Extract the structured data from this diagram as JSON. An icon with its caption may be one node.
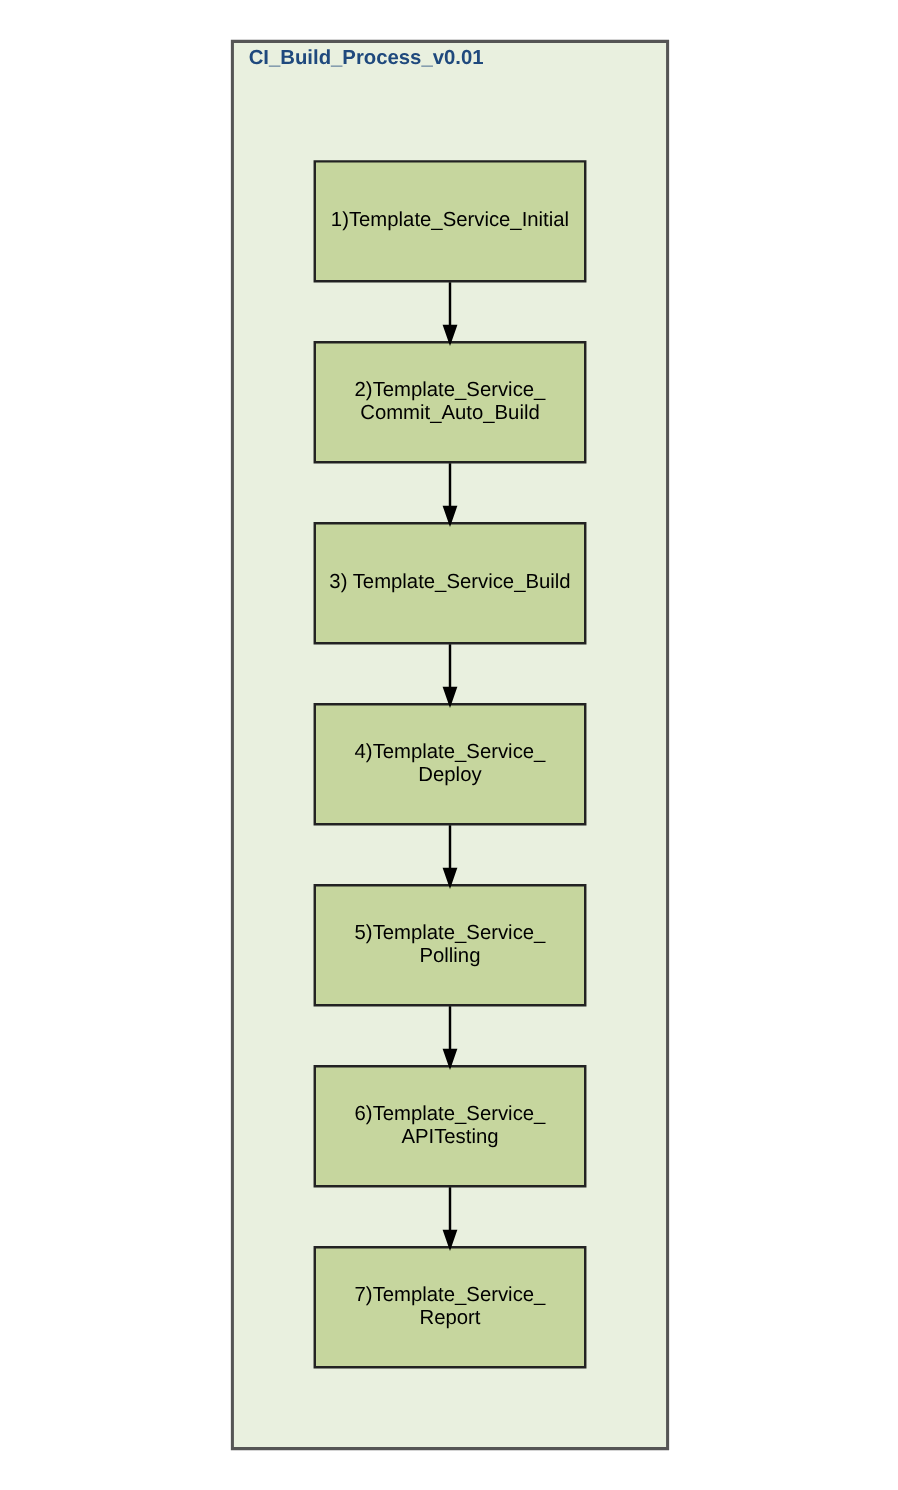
{
  "diagram": {
    "nodes": [
      {
        "text": [
          "CI_Build_Process_v0.01"
        ]
      },
      {
        "text": [
          "1)Template_Service_Initial"
        ],
        "in": 0
      },
      {
        "text": [
          "2)Template_Service_ Commit_Auto_Build"
        ],
        "in": 0
      },
      {
        "text": [
          "3) Template_Service_Build"
        ],
        "in": 0
      },
      {
        "text": [
          "4)Template_Service_ Deploy"
        ],
        "in": 0
      },
      {
        "text": [
          "5)Template_Service_ Polling"
        ],
        "in": 0
      },
      {
        "text": [
          "6)Template_Service_ APITesting"
        ],
        "in": 0
      },
      {
        "text": [
          "7)Template_Service_ Report"
        ],
        "in": 0
      }
    ],
    "edges": [
      {
        "from": 1,
        "to": 2,
        "arrow": "to"
      },
      {
        "from": 2,
        "to": 3,
        "arrow": "to"
      },
      {
        "from": 3,
        "to": 4,
        "arrow": "to"
      },
      {
        "from": 4,
        "to": 5,
        "arrow": "to"
      },
      {
        "from": 5,
        "to": 6,
        "arrow": "to"
      },
      {
        "from": 6,
        "to": 7,
        "arrow": "to"
      }
    ]
  }
}
